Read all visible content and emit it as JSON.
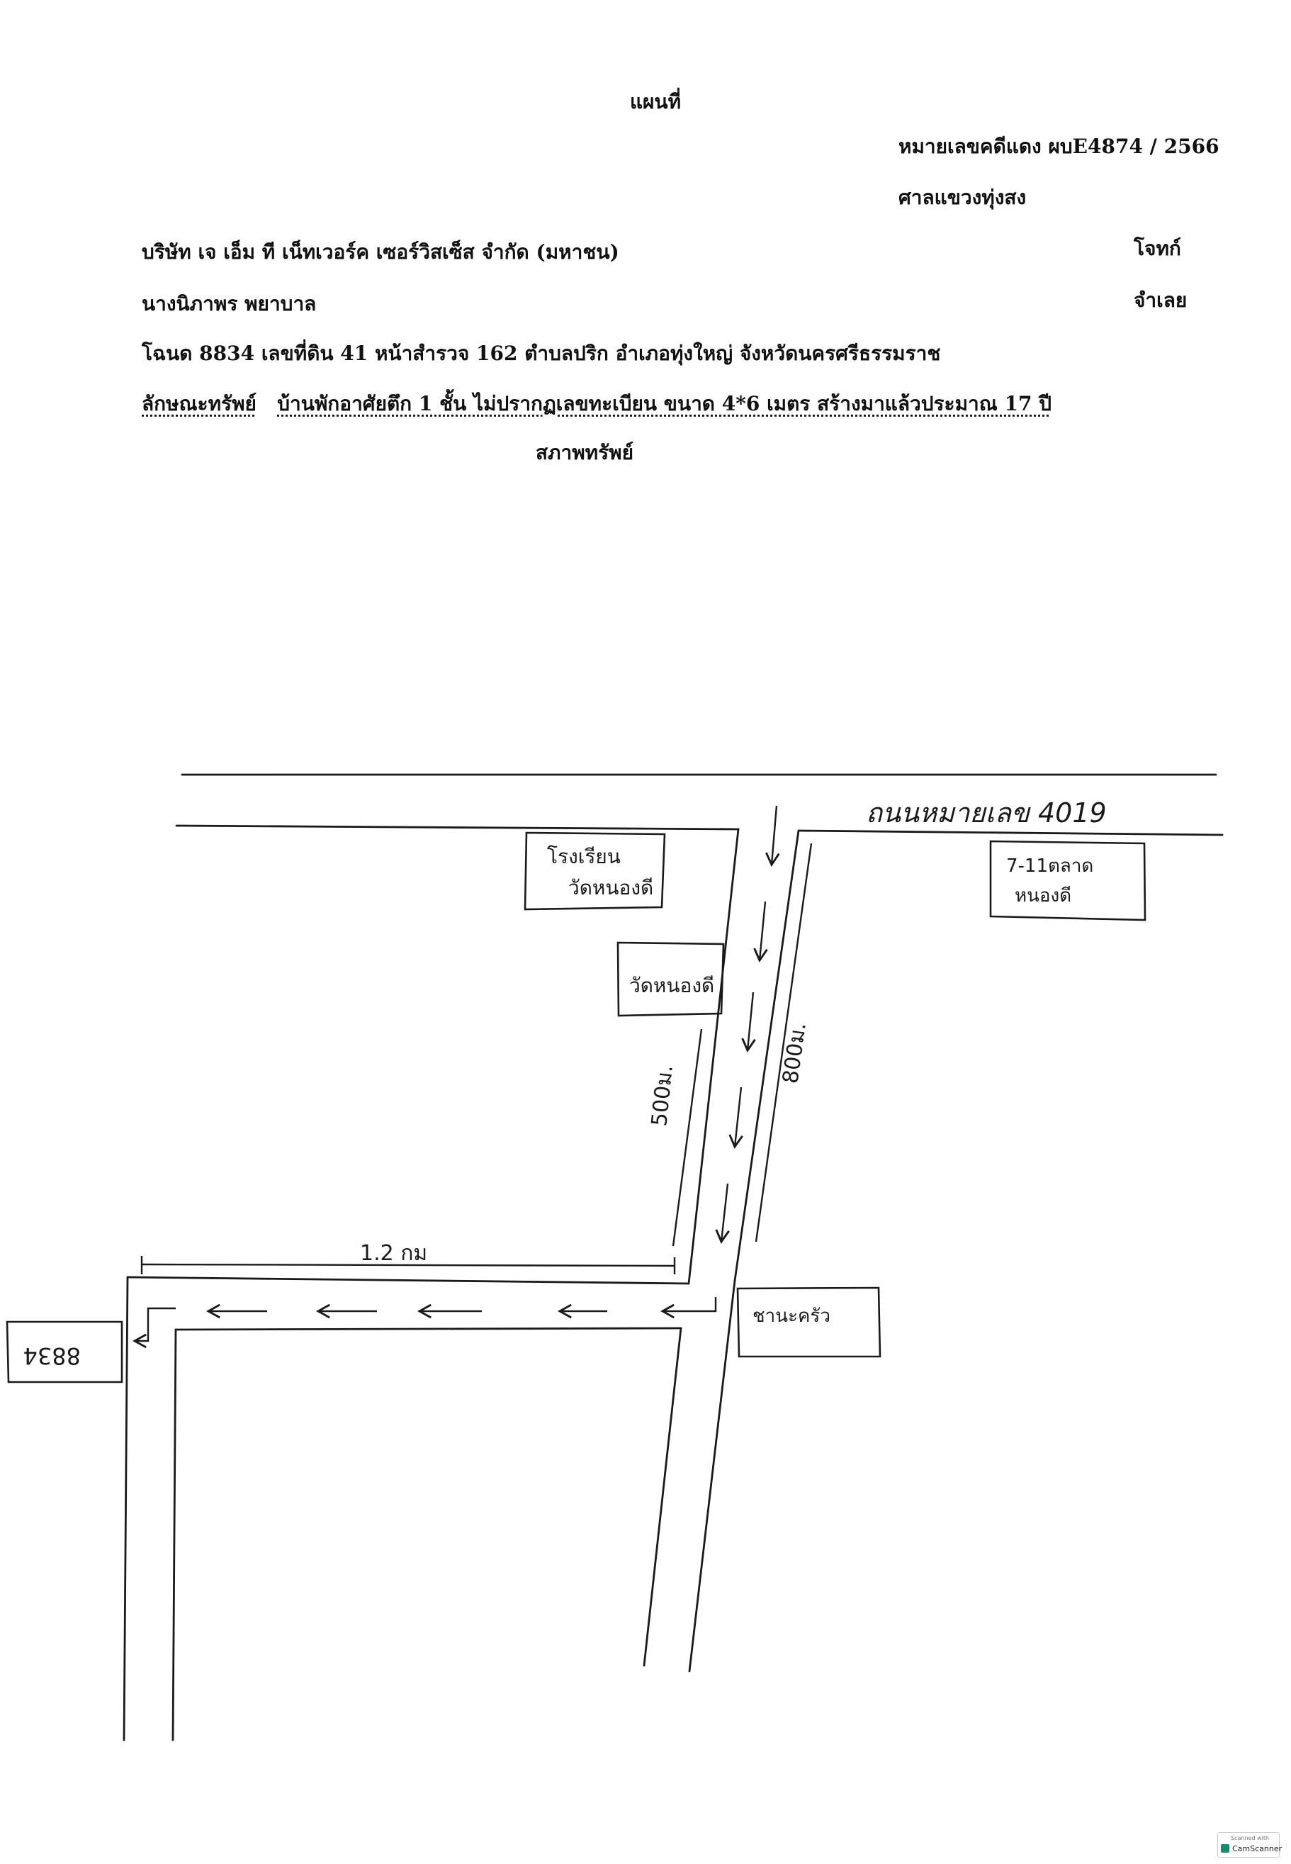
{
  "header": {
    "title": "แผนที่",
    "case_number": "หมายเลขคดีแดง ผบE4874 / 2566",
    "court": "ศาลแขวงทุ่งสง"
  },
  "parties": {
    "plaintiff_name": "บริษัท เจ เอ็ม ที เน็ทเวอร์ค เซอร์วิสเซ็ส จำกัด (มหาชน)",
    "plaintiff_role": "โจทก์",
    "defendant_name": "นางนิภาพร พยาบาล",
    "defendant_role": "จำเลย"
  },
  "property": {
    "deed_line": "โฉนด 8834 เลขที่ดิน 41 หน้าสำรวจ 162 ตำบลปริก อำเภอทุ่งใหญ่ จังหวัดนครศรีธรรมราช",
    "description_label": "ลักษณะทรัพย์",
    "description_value": "บ้านพักอาศัยตึก 1 ชั้น ไม่ปรากฏเลขทะเบียน ขนาด 4*6 เมตร สร้างมาแล้วประมาณ 17 ปี",
    "condition_label": "สภาพทรัพย์"
  },
  "map": {
    "road_label": "ถนนหมายเลข 4019",
    "school_label_1": "โรงเรียน",
    "school_label_2": "วัดหนองดี",
    "temple_label": "วัดหนองดี",
    "store_label_1": "7-11ตลาด",
    "store_label_2": "หนองดี",
    "shop_label": "ชานะครัว",
    "parcel_label": "8834",
    "dist_left": "500ม.",
    "dist_right": "800ม.",
    "dist_bottom": "1.2 กม"
  },
  "badge": {
    "small_text": "Scanned with",
    "app_name": "CamScanner"
  }
}
